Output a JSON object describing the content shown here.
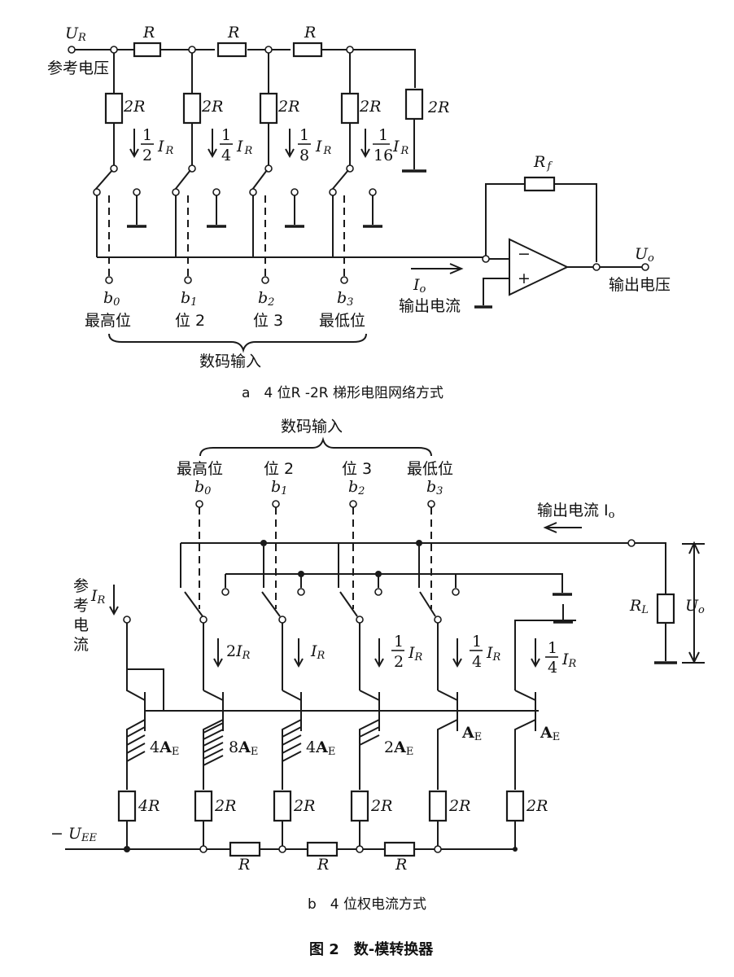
{
  "figure_title": "图 2　数-模转换器",
  "diagram_a": {
    "caption": "a　4 位R -2R 梯形电阻网络方式",
    "ref_label": "U",
    "ref_sub": "R",
    "ref_text": "参考电压",
    "series_resistor": "R",
    "shunt_resistor": "2R",
    "feedback_label": "R",
    "feedback_sub": "f",
    "branch_currents": [
      {
        "num": "1",
        "den": "2",
        "sym": "I",
        "sub": "R"
      },
      {
        "num": "1",
        "den": "4",
        "sym": "I",
        "sub": "R"
      },
      {
        "num": "1",
        "den": "8",
        "sym": "I",
        "sub": "R"
      },
      {
        "num": "1",
        "den": "16",
        "sym": "I",
        "sub": "R"
      }
    ],
    "bits": [
      {
        "sym": "b",
        "sub": "0",
        "name": "最高位"
      },
      {
        "sym": "b",
        "sub": "1",
        "name": "位 2"
      },
      {
        "sym": "b",
        "sub": "2",
        "name": "位 3"
      },
      {
        "sym": "b",
        "sub": "3",
        "name": "最低位"
      }
    ],
    "digital_input": "数码输入",
    "out_current_sym": "I",
    "out_current_sub": "o",
    "out_current_text": "输出电流",
    "out_voltage_sym": "U",
    "out_voltage_sub": "o",
    "out_voltage_text": "输出电压",
    "opamp_minus": "−",
    "opamp_plus": "+"
  },
  "diagram_b": {
    "caption": "b　4 位权电流方式",
    "digital_input": "数码输入",
    "bits": [
      {
        "sym": "b",
        "sub": "0",
        "name": "最高位"
      },
      {
        "sym": "b",
        "sub": "1",
        "name": "位 2"
      },
      {
        "sym": "b",
        "sub": "2",
        "name": "位 3"
      },
      {
        "sym": "b",
        "sub": "3",
        "name": "最低位"
      }
    ],
    "out_current_text": "输出电流 I",
    "out_current_sub": "o",
    "load_label": "R",
    "load_sub": "L",
    "out_voltage_sym": "U",
    "out_voltage_sub": "o",
    "ref_current_text": [
      "参",
      "考",
      "电",
      "流"
    ],
    "ref_current_sym": "I",
    "ref_current_sub": "R",
    "supply_label": "− U",
    "supply_sub": "EE",
    "branch_currents": [
      {
        "num": "2",
        "den": "",
        "sym": "I",
        "sub": "R"
      },
      {
        "num": "",
        "den": "",
        "sym": "I",
        "sub": "R"
      },
      {
        "num": "1",
        "den": "2",
        "sym": "I",
        "sub": "R"
      },
      {
        "num": "1",
        "den": "4",
        "sym": "I",
        "sub": "R"
      },
      {
        "num": "1",
        "den": "4",
        "sym": "I",
        "sub": "R"
      }
    ],
    "emitter_areas": [
      {
        "mult": "4",
        "sym": "A",
        "sub": "E"
      },
      {
        "mult": "8",
        "sym": "A",
        "sub": "E"
      },
      {
        "mult": "4",
        "sym": "A",
        "sub": "E"
      },
      {
        "mult": "2",
        "sym": "A",
        "sub": "E"
      },
      {
        "mult": "",
        "sym": "A",
        "sub": "E"
      },
      {
        "mult": "",
        "sym": "A",
        "sub": "E"
      }
    ],
    "emitter_resistors": [
      "4R",
      "2R",
      "2R",
      "2R",
      "2R",
      "2R"
    ],
    "ladder_resistor": "R"
  }
}
